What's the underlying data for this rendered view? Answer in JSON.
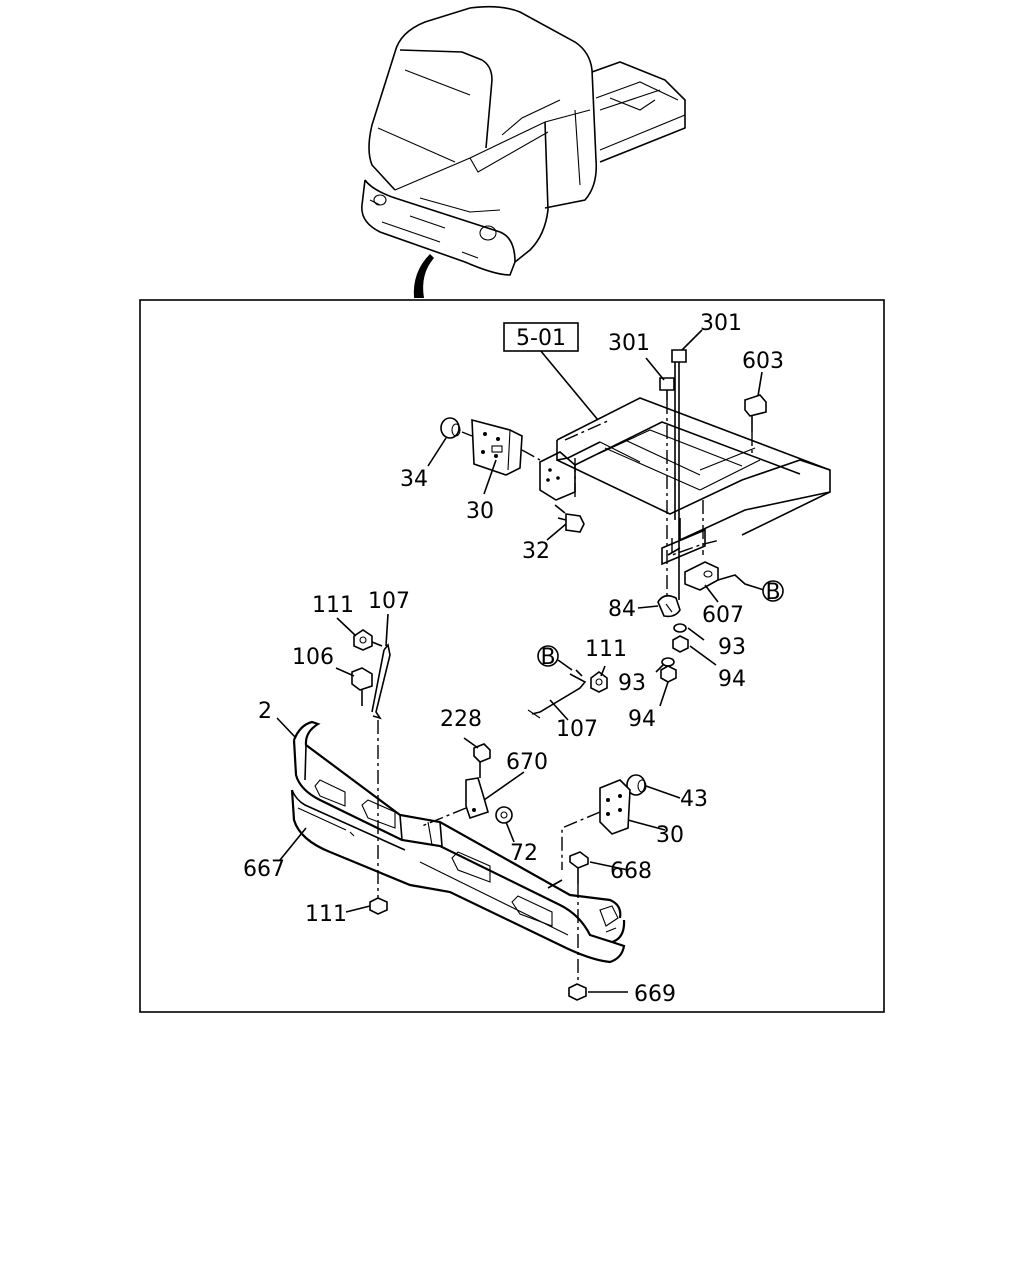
{
  "reference_box": {
    "text": "5-01"
  },
  "connector": {
    "letter": "B"
  },
  "callouts": {
    "c301a": "301",
    "c301b": "301",
    "c603": "603",
    "c34": "34",
    "c30a": "30",
    "c32": "32",
    "c111a": "111",
    "c107a": "107",
    "c106": "106",
    "c84": "84",
    "c607": "607",
    "c93a": "93",
    "c94a": "94",
    "c111b": "111",
    "c93b": "93",
    "c94b": "94",
    "c107b": "107",
    "c2": "2",
    "c228": "228",
    "c670": "670",
    "c43": "43",
    "c30b": "30",
    "c72": "72",
    "c667": "667",
    "c668": "668",
    "c111c": "111",
    "c669": "669"
  }
}
